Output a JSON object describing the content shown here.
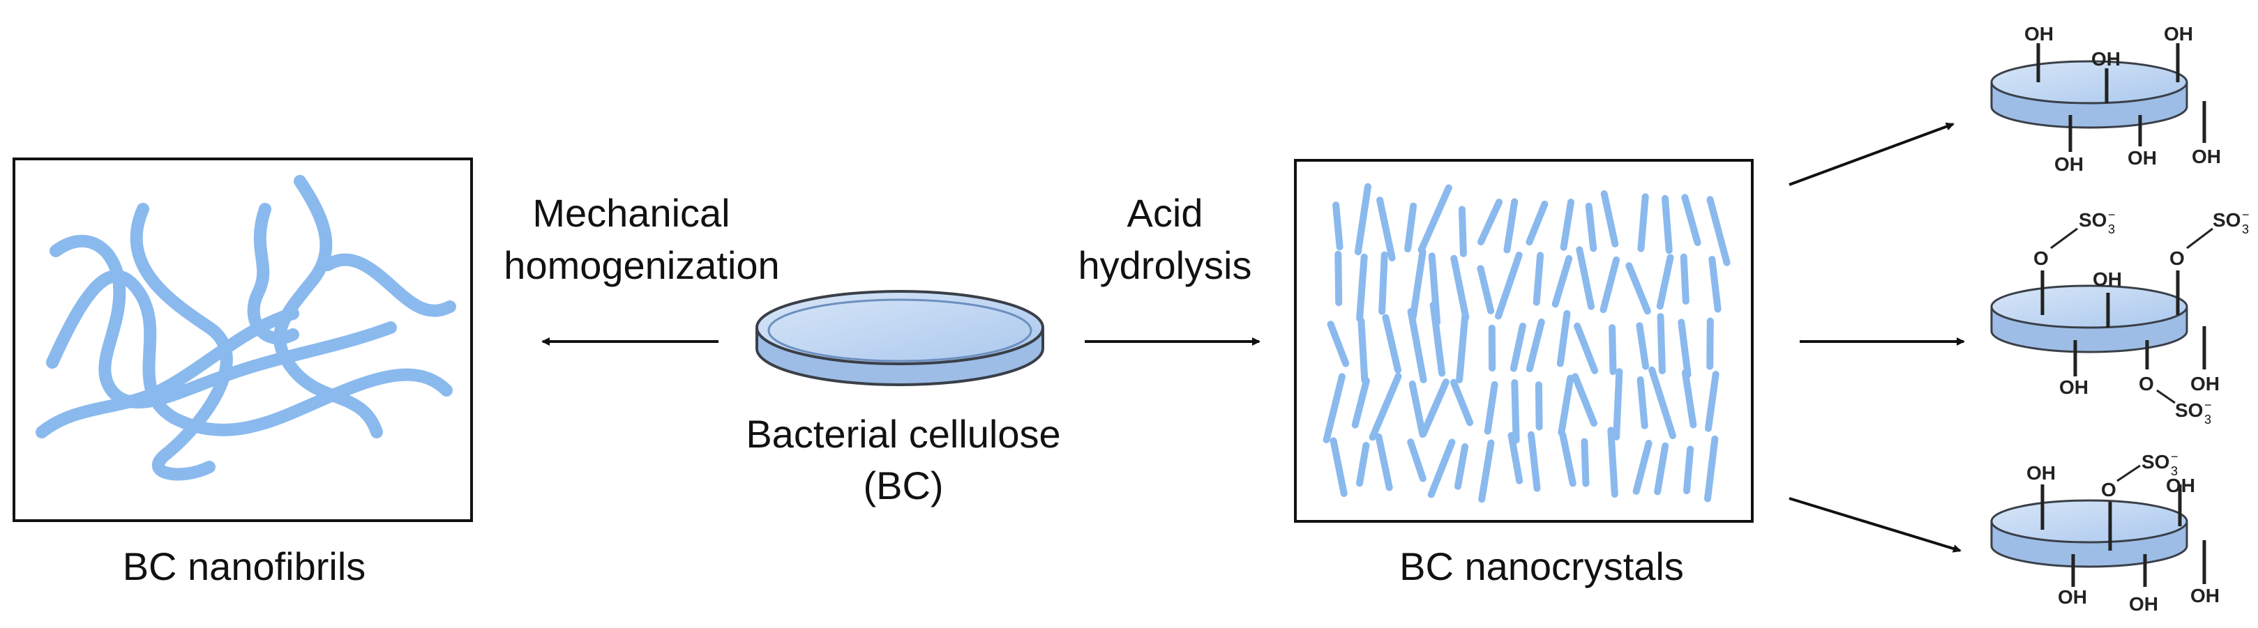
{
  "labels": {
    "mechanical_line1": "Mechanical",
    "mechanical_line2": "homogenization",
    "acid_line1": "Acid",
    "acid_line2": "hydrolysis",
    "bc_line1": "Bacterial cellulose",
    "bc_line2": "(BC)",
    "nanofibrils": "BC nanofibrils",
    "nanocrystals": "BC nanocrystals"
  },
  "groups": {
    "hydroxyl": "OH",
    "oxygen": "O",
    "sulfate": "SO",
    "sulfate_sup": "3",
    "sulfate_charge": "−"
  },
  "colors": {
    "fiber": "#8ab9ee",
    "crystal": "#8ab9ee",
    "disk_top": "#c3d8f2",
    "disk_side": "#9dbde6",
    "disk_stroke": "#3a3f48",
    "line": "#111111"
  },
  "products": [
    {
      "name": "hydroxyl-nanocrystal"
    },
    {
      "name": "sulfated-nanocrystal"
    },
    {
      "name": "partially-sulfated-nanocrystal"
    }
  ]
}
